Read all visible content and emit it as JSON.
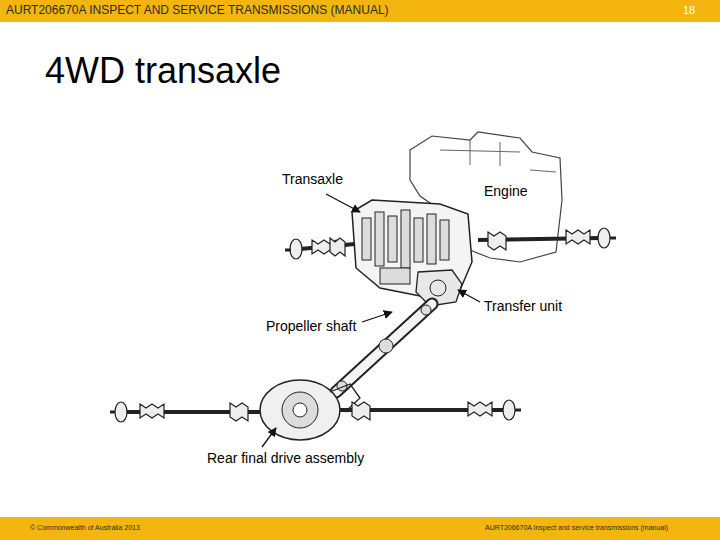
{
  "diagram": {
    "title": "4WD transaxle",
    "labels": [
      "AURT206670A INSPECT AND SERVICE TRANSMISSIONS (MANUAL)",
      "18",
      "Transaxle",
      "Engine",
      "Transfer unit",
      "Propeller shaft",
      "Rear final drive assembly",
      "© Commonwealth of Australia 2013",
      "AURT206670A Inspect and service transmissions (manual)"
    ]
  }
}
